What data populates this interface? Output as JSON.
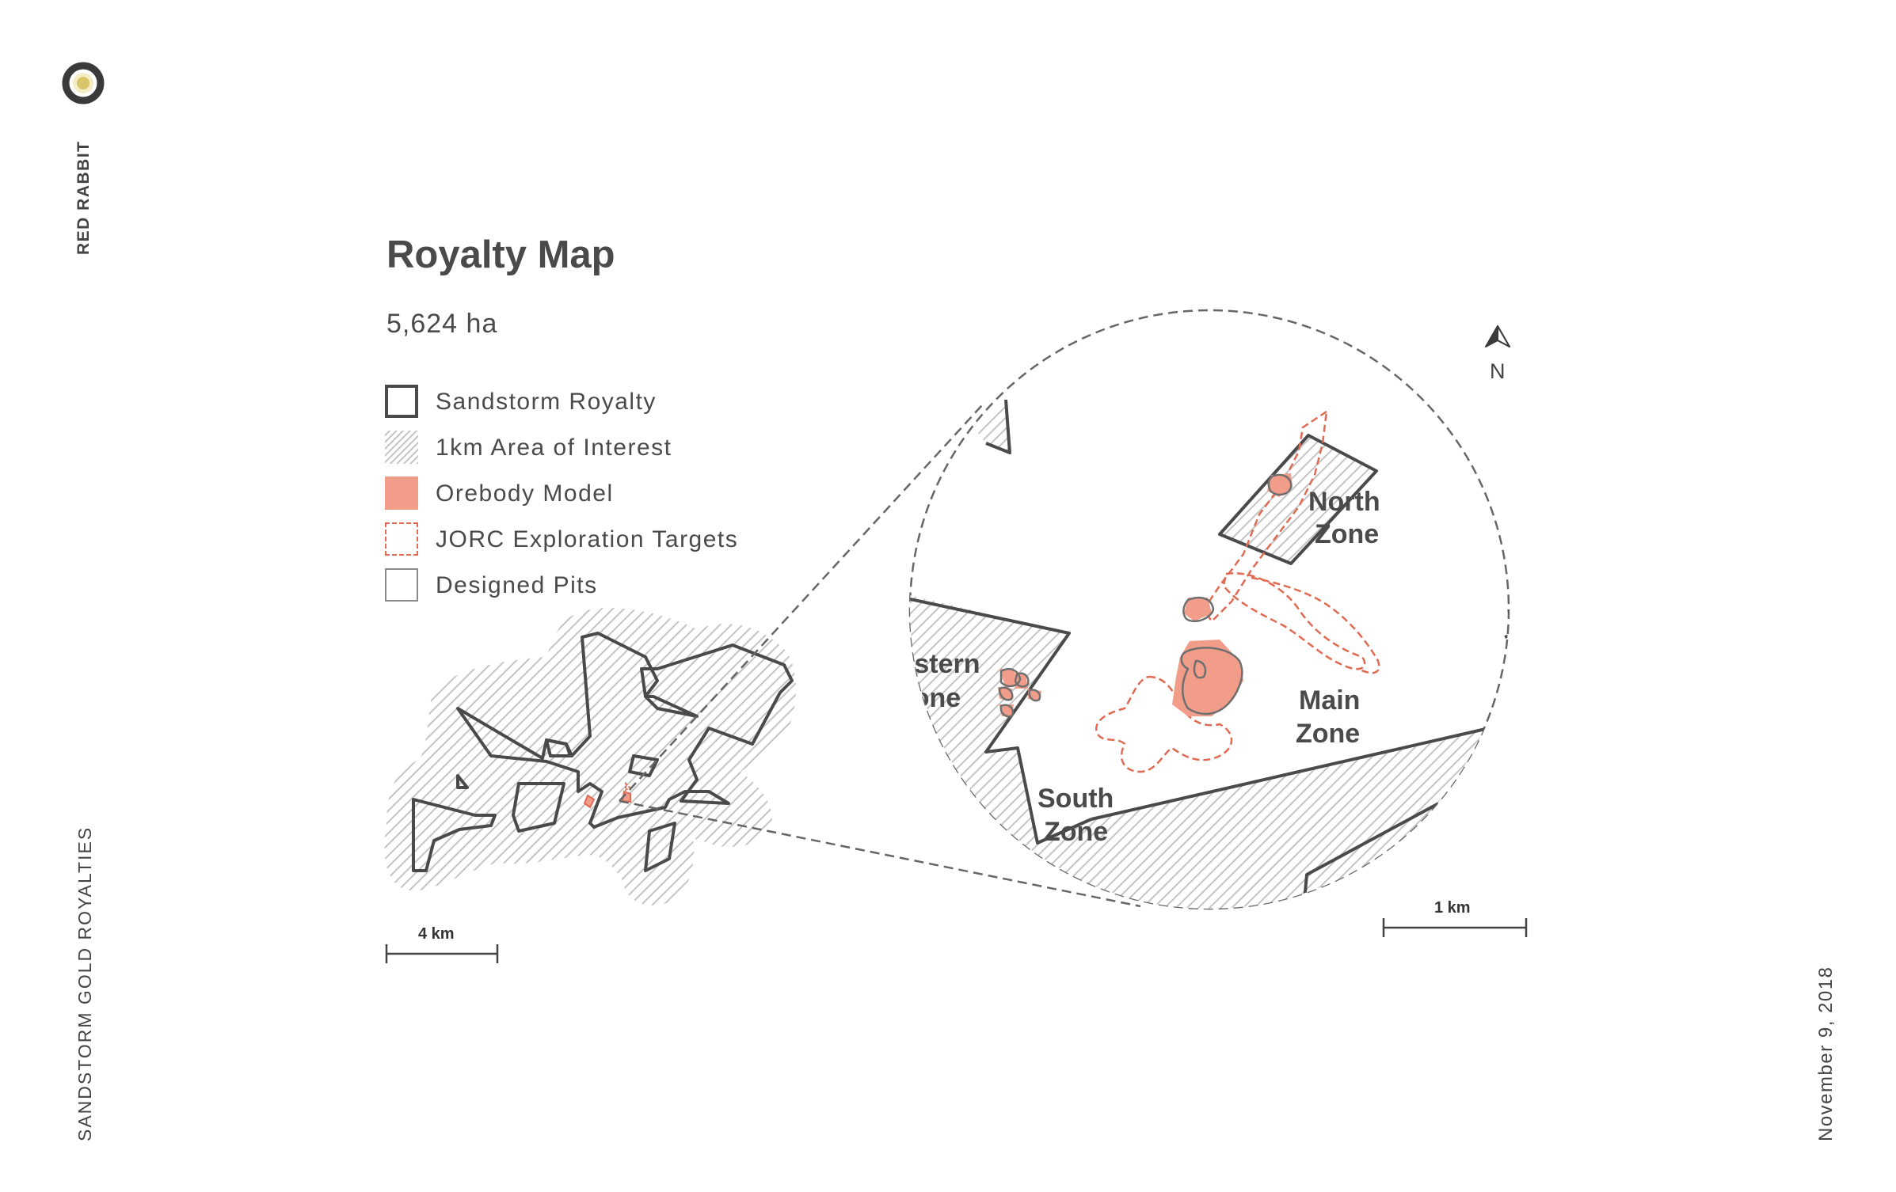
{
  "sidebar": {
    "brand": "RED RABBIT",
    "company": "SANDSTORM GOLD ROYALTIES",
    "date": "November 9, 2018",
    "logo_icon": "ring-logo-icon"
  },
  "map": {
    "title": "Royalty Map",
    "area": "5,624 ha",
    "legend": [
      {
        "label": "Sandstorm Royalty",
        "icon": "solid-outline-square"
      },
      {
        "label": "1km Area of Interest",
        "icon": "hatched-square"
      },
      {
        "label": "Orebody Model",
        "icon": "filled-salmon-square"
      },
      {
        "label": "JORC Exploration Targets",
        "icon": "dashed-salmon-square"
      },
      {
        "label": "Designed Pits",
        "icon": "thin-outline-square"
      }
    ],
    "zones": {
      "north_1": "North",
      "north_2": "Zone",
      "western_1": "Western",
      "western_2": "Zone",
      "main_1": "Main",
      "main_2": "Zone",
      "south_1": "South",
      "south_2": "Zone"
    },
    "north_arrow": "N",
    "scale_overview": "4 km",
    "scale_detail": "1 km"
  },
  "colors": {
    "outline": "#4a4a4a",
    "hatch": "#c8c8c8",
    "orebody": "#f29c8a",
    "jorc": "#e06a52",
    "pit": "#8a8a8a"
  }
}
